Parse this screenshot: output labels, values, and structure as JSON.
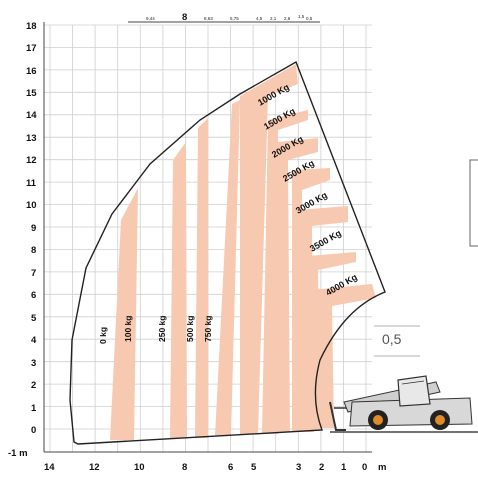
{
  "diagram": {
    "y_ticks": [
      "18",
      "17",
      "16",
      "15",
      "14",
      "13",
      "12",
      "11",
      "10",
      "9",
      "8",
      "7",
      "6",
      "5",
      "4",
      "3",
      "2",
      "1",
      "0",
      "-1 m"
    ],
    "x_ticks": [
      "14",
      "12",
      "10",
      "8",
      "6",
      "5",
      "3",
      "2",
      "1",
      "0",
      "m"
    ],
    "top_ticks": [
      "9,44",
      "8",
      "8,63",
      "5,75",
      "4,5",
      "2,1",
      "2,6",
      "1,5",
      "0,5"
    ],
    "top_major_tick": "8",
    "band_labels": [
      "0 kg",
      "100 kg",
      "250 kg",
      "500 kg",
      "750 kg"
    ],
    "load_labels": [
      "1000 Kg",
      "1500 Kg",
      "2000 Kg",
      "2500 Kg",
      "3000 Kg",
      "3500 Kg",
      "4000 Kg"
    ],
    "side_value": "0,5",
    "colors": {
      "band": "#f7c9b0",
      "curve": "#222222",
      "grid": "#cfcfcf",
      "background": "#ffffff"
    }
  }
}
